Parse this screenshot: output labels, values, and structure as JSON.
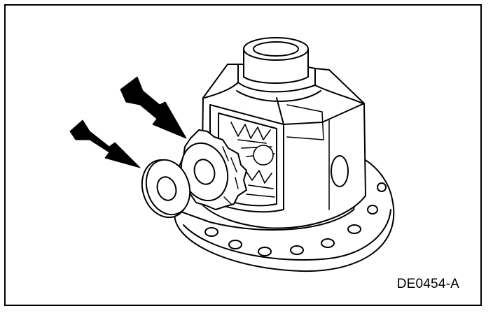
{
  "figure": {
    "reference_code": "DE0454-A"
  },
  "colors": {
    "line": "#000000",
    "background": "#ffffff"
  },
  "parts": {
    "callouts": [
      "arrow-icon",
      "arrow-icon"
    ],
    "components": [
      "differential-case",
      "pinion-gear",
      "thrust-washer"
    ]
  }
}
